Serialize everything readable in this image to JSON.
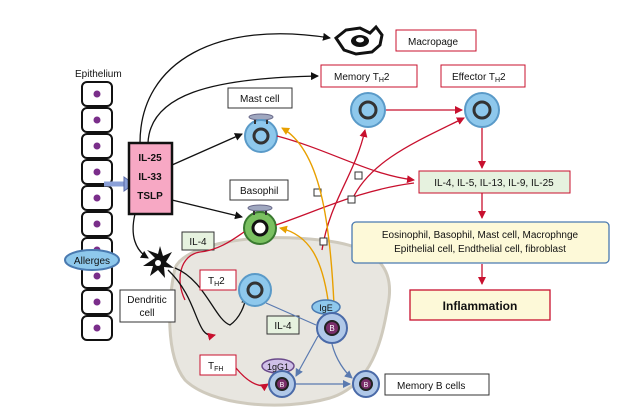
{
  "epithelium_label": "Epithelium",
  "allergen_label": "Allerges",
  "cytokine_box": {
    "line1": "IL-25",
    "line2": "IL-33",
    "line3": "TSLP"
  },
  "macrophage_label": "Macropage",
  "memory_th2_label": "Memory T",
  "memory_th2_sub": "H",
  "memory_th2_suffix": "2",
  "effector_th2_label": "Effector T",
  "effector_th2_sub": "H",
  "effector_th2_suffix": "2",
  "mast_cell_label": "Mast cell",
  "basophil_label": "Basophil",
  "interleukins_label": "IL-4, IL-5, IL-13, IL-9, IL-25",
  "target_cells_line1": "Eosinophil, Basophil, Mast cell, Macrophnge",
  "target_cells_line2": "Epithelial cell, Endthelial cell, fibroblast",
  "inflammation_label": "Inflammation",
  "il4_top_label": "IL-4",
  "il4_mid_label": "IL-4",
  "th2_label": "T",
  "th2_sub": "H",
  "th2_suffix": "2",
  "tfh_label": "T",
  "tfh_sub": "FH",
  "dendritic_label_line1": "Dendritic",
  "dendritic_label_line2": "cell",
  "ige_label": "IgE",
  "igg1_label": "1gG1",
  "b_cell_letter": "B",
  "memory_b_label": "Memory B cells",
  "colors": {
    "pink_box": "#f7a8c4",
    "green_box": "#e6f2df",
    "yellow_box": "#fdf9d8",
    "cell_blue": "#8ec8ec",
    "arrow_red": "#c8102e",
    "arrow_orange": "#e8a000",
    "region_gray": "#e8e6e0"
  }
}
